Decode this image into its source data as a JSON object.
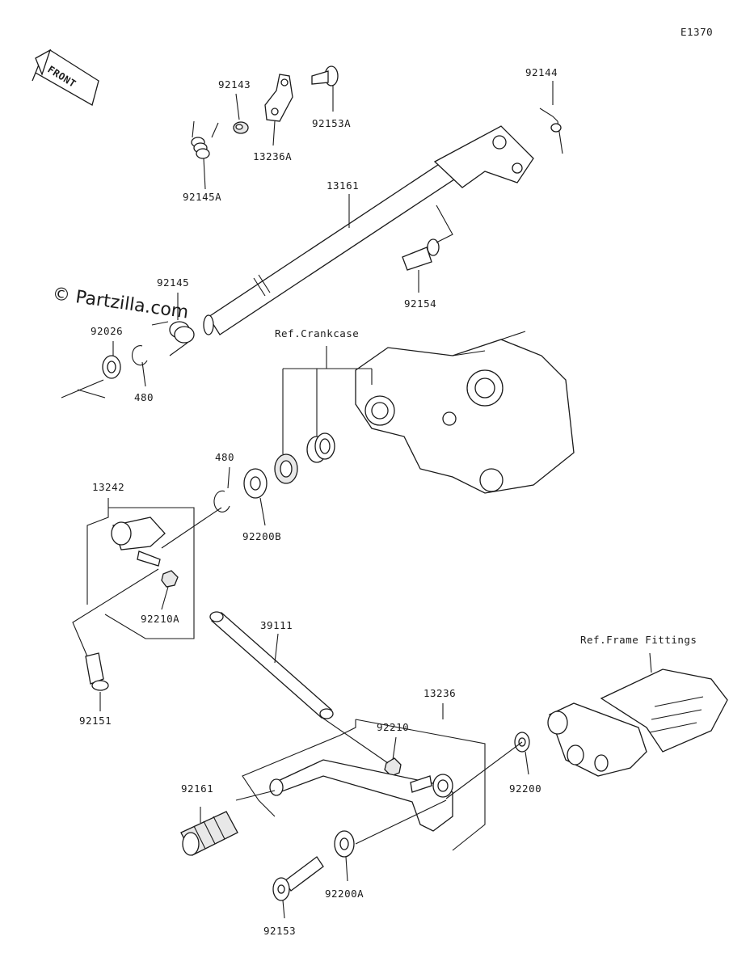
{
  "diagram_code": "E1370",
  "front_label": "FRONT",
  "watermark": "© Partzilla.com",
  "refs": {
    "crankcase": "Ref.Crankcase",
    "frame_fittings": "Ref.Frame Fittings"
  },
  "parts": {
    "p92143": "92143",
    "p13236A": "13236A",
    "p92153A": "92153A",
    "p92144": "92144",
    "p92145A": "92145A",
    "p13161": "13161",
    "p92154": "92154",
    "p92145": "92145",
    "p92026": "92026",
    "p480a": "480",
    "p480b": "480",
    "p92200B": "92200B",
    "p13242": "13242",
    "p92210A": "92210A",
    "p92151": "92151",
    "p39111": "39111",
    "p13236": "13236",
    "p92210": "92210",
    "p92161": "92161",
    "p92200": "92200",
    "p92200A": "92200A",
    "p92153": "92153"
  }
}
